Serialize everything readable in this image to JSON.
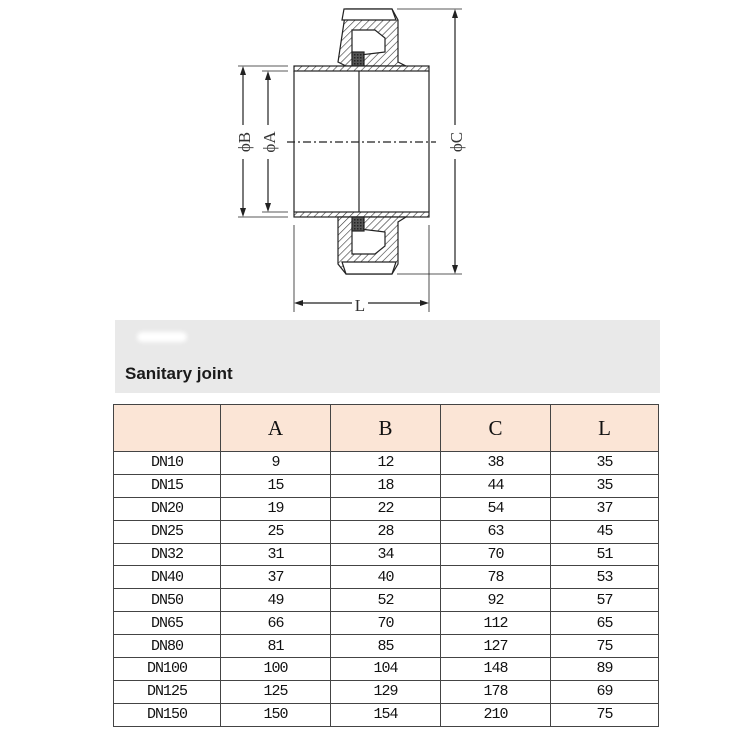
{
  "drawing": {
    "dimension_labels": {
      "B": "ϕB",
      "A": "ϕA",
      "C": "ϕC",
      "L": "L"
    }
  },
  "banner": {
    "title": "Sanitary joint"
  },
  "table": {
    "headers": [
      "",
      "A",
      "B",
      "C",
      "L"
    ],
    "rows": [
      [
        "DN10",
        "9",
        "12",
        "38",
        "35"
      ],
      [
        "DN15",
        "15",
        "18",
        "44",
        "35"
      ],
      [
        "DN20",
        "19",
        "22",
        "54",
        "37"
      ],
      [
        "DN25",
        "25",
        "28",
        "63",
        "45"
      ],
      [
        "DN32",
        "31",
        "34",
        "70",
        "51"
      ],
      [
        "DN40",
        "37",
        "40",
        "78",
        "53"
      ],
      [
        "DN50",
        "49",
        "52",
        "92",
        "57"
      ],
      [
        "DN65",
        "66",
        "70",
        "112",
        "65"
      ],
      [
        "DN80",
        "81",
        "85",
        "127",
        "75"
      ],
      [
        "DN100",
        "100",
        "104",
        "148",
        "89"
      ],
      [
        "DN125",
        "125",
        "129",
        "178",
        "69"
      ],
      [
        "DN150",
        "150",
        "154",
        "210",
        "75"
      ]
    ],
    "header_color": "#fbe5d6"
  }
}
